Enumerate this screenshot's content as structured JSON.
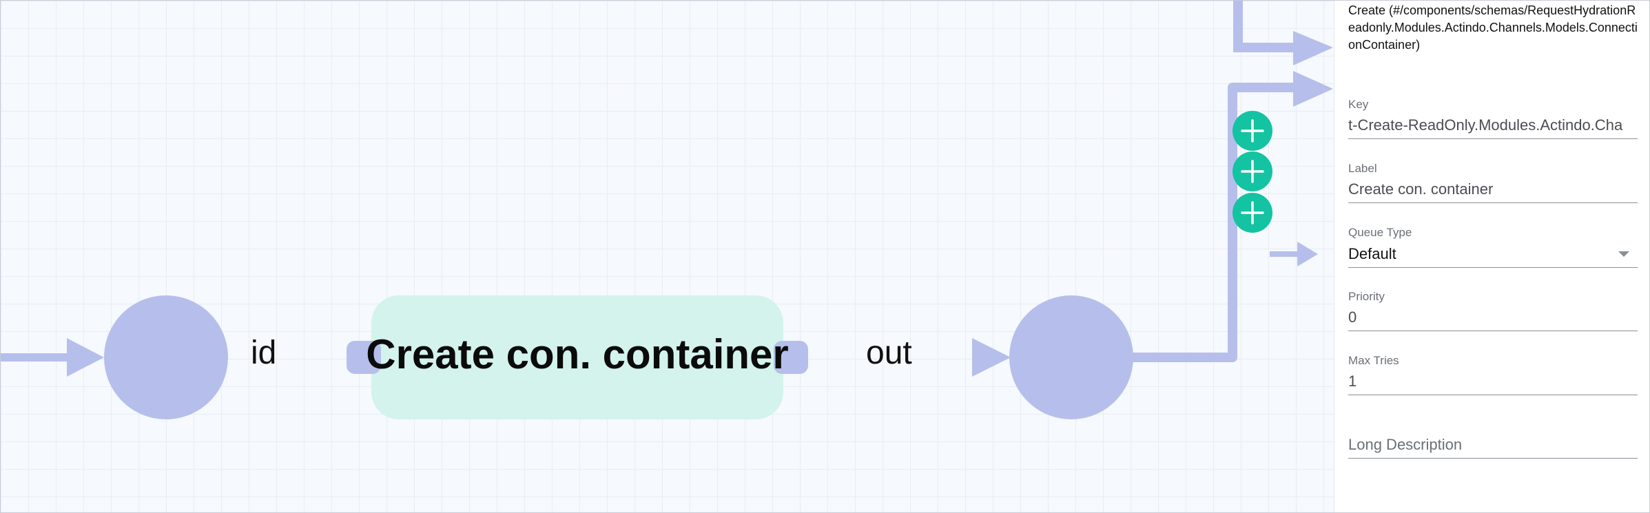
{
  "canvas": {
    "labels": {
      "input_port": "id",
      "output_port": "out"
    },
    "node": {
      "title": "Create con. container",
      "fill_color": "#d3f3ec"
    },
    "connector_color": "#b6bfeb",
    "action_color": "#14c3a2",
    "icons": {
      "add": "plus-icon"
    }
  },
  "panel": {
    "heading": "Create (#/components/schemas/RequestHydrationReadonly.Modules.Actindo.Channels.Models.ConnectionContainer)",
    "fields": {
      "key": {
        "label": "Key",
        "value": "t-Create-ReadOnly.Modules.Actindo.Cha"
      },
      "label": {
        "label": "Label",
        "value": "Create con. container"
      },
      "queue_type": {
        "label": "Queue Type",
        "value": "Default"
      },
      "priority": {
        "label": "Priority",
        "value": "0"
      },
      "max_tries": {
        "label": "Max Tries",
        "value": "1"
      },
      "long_description": {
        "label": "",
        "placeholder": "Long Description",
        "value": ""
      }
    }
  }
}
